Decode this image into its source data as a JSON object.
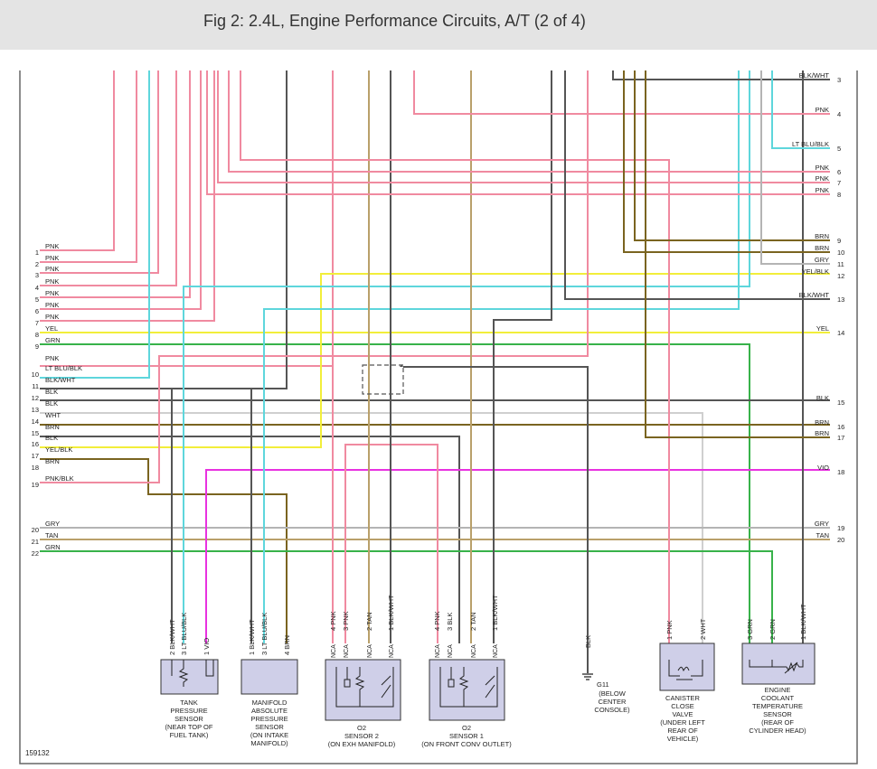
{
  "title": "Fig 2: 2.4L, Engine Performance Circuits, A/T (2 of 4)",
  "figure_id": "159132",
  "colors": {
    "PNK": "#f08aa0",
    "LT BLU": "#5ed6dc",
    "BLK": "#555555",
    "BRN": "#7a6420",
    "YEL": "#f2ee3a",
    "GRN": "#38b24a",
    "WHT": "#cfcfcf",
    "GRY": "#b4b4b4",
    "TAN": "#b9a06a",
    "VIO": "#e832e0"
  },
  "left_pins": [
    {
      "n": "1",
      "label": "PNK"
    },
    {
      "n": "2",
      "label": "PNK"
    },
    {
      "n": "3",
      "label": "PNK"
    },
    {
      "n": "4",
      "label": "PNK"
    },
    {
      "n": "5",
      "label": "PNK"
    },
    {
      "n": "6",
      "label": "PNK"
    },
    {
      "n": "7",
      "label": "PNK"
    },
    {
      "n": "8",
      "label": "YEL"
    },
    {
      "n": "9",
      "label": "GRN"
    },
    {
      "n": "",
      "label": "PNK"
    },
    {
      "n": "10",
      "label": "LT BLU/BLK"
    },
    {
      "n": "11",
      "label": "BLK/WHT"
    },
    {
      "n": "12",
      "label": "BLK"
    },
    {
      "n": "13",
      "label": "BLK"
    },
    {
      "n": "14",
      "label": "WHT"
    },
    {
      "n": "15",
      "label": "BRN"
    },
    {
      "n": "16",
      "label": "BLK"
    },
    {
      "n": "17",
      "label": "YEL/BLK"
    },
    {
      "n": "18",
      "label": "BRN"
    },
    {
      "n": "19",
      "label": "PNK/BLK"
    },
    {
      "n": "20",
      "label": "GRY"
    },
    {
      "n": "21",
      "label": "TAN"
    },
    {
      "n": "22",
      "label": "GRN"
    }
  ],
  "right_pins": [
    {
      "n": "3",
      "label": "BLK/WHT"
    },
    {
      "n": "4",
      "label": "PNK"
    },
    {
      "n": "5",
      "label": "LT BLU/BLK"
    },
    {
      "n": "6",
      "label": "PNK"
    },
    {
      "n": "7",
      "label": "PNK"
    },
    {
      "n": "8",
      "label": "PNK"
    },
    {
      "n": "9",
      "label": "BRN"
    },
    {
      "n": "10",
      "label": "BRN"
    },
    {
      "n": "11",
      "label": "GRY"
    },
    {
      "n": "12",
      "label": "YEL/BLK"
    },
    {
      "n": "13",
      "label": "BLK/WHT"
    },
    {
      "n": "14",
      "label": "YEL"
    },
    {
      "n": "15",
      "label": "BLK"
    },
    {
      "n": "16",
      "label": "BRN"
    },
    {
      "n": "17",
      "label": "BRN"
    },
    {
      "n": "18",
      "label": "VIO"
    },
    {
      "n": "19",
      "label": "GRY"
    },
    {
      "n": "20",
      "label": "TAN"
    }
  ],
  "components": [
    {
      "id": "tank-pressure-sensor",
      "label": [
        "TANK",
        "PRESSURE",
        "SENSOR",
        "(NEAR TOP OF",
        "FUEL TANK)"
      ],
      "pins": [
        "2 BLK/WHT",
        "3 LT BLU/BLK",
        "1 VIO"
      ]
    },
    {
      "id": "map-sensor",
      "label": [
        "MANIFOLD",
        "ABSOLUTE",
        "PRESSURE",
        "SENSOR",
        "(ON INTAKE",
        "MANIFOLD)"
      ],
      "pins": [
        "1 BLK/WHT",
        "3 LT BLU/BLK",
        "4 BRN"
      ]
    },
    {
      "id": "o2-sensor-2",
      "label": [
        "O2",
        "SENSOR 2",
        "(ON EXH MANIFOLD)"
      ],
      "pins": [
        "4 PNK",
        "3 PNK",
        "2 TAN",
        "1 BLK/WHT"
      ],
      "nca": "NCA"
    },
    {
      "id": "o2-sensor-1",
      "label": [
        "O2",
        "SENSOR 1",
        "(ON FRONT CONV OUTLET)"
      ],
      "pins": [
        "4 PNK",
        "3 BLK",
        "2 TAN",
        "1 BLK/WHT"
      ],
      "nca": "NCA"
    },
    {
      "id": "ground-g11",
      "wire": "BLK",
      "label": [
        "G11",
        "(BELOW",
        "CENTER",
        "CONSOLE)"
      ]
    },
    {
      "id": "canister-close-valve",
      "label": [
        "CANISTER",
        "CLOSE",
        "VALVE",
        "(UNDER LEFT",
        "REAR OF",
        "VEHICLE)"
      ],
      "pins": [
        "1 PNK",
        "2 WHT"
      ]
    },
    {
      "id": "ect-sensor",
      "label": [
        "ENGINE",
        "COOLANT",
        "TEMPERATURE",
        "SENSOR",
        "(REAR OF",
        "CYLINDER HEAD)"
      ],
      "pins": [
        "3 GRN",
        "2 GRN",
        "1 BLK/WHT"
      ]
    }
  ]
}
